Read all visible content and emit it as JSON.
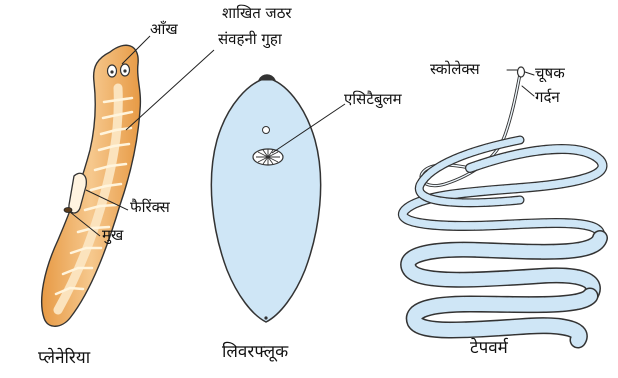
{
  "planaria": {
    "caption": "प्लेनेरिया",
    "labels": {
      "eye": "आँख",
      "gut_line1": "शाखित जठर",
      "gut_line2": "संवहनी गुहा",
      "pharynx": "फैरिंक्स",
      "mouth": "मुख"
    }
  },
  "liverfluke": {
    "caption": "लिवरफ्लूक",
    "labels": {
      "acetabulum": "एसिटैबुलम"
    }
  },
  "tapeworm": {
    "caption": "टेपवर्म",
    "labels": {
      "scolex": "स्कोलेक्स",
      "sucker": "चूषक",
      "neck": "गर्दन"
    }
  },
  "colors": {
    "planaria_body": "#f2b36b",
    "planaria_gut": "#f7d8a8",
    "fluke_body": "#cfe6f6",
    "tapeworm_segment": "#cfe6f6",
    "outline": "#333333"
  }
}
